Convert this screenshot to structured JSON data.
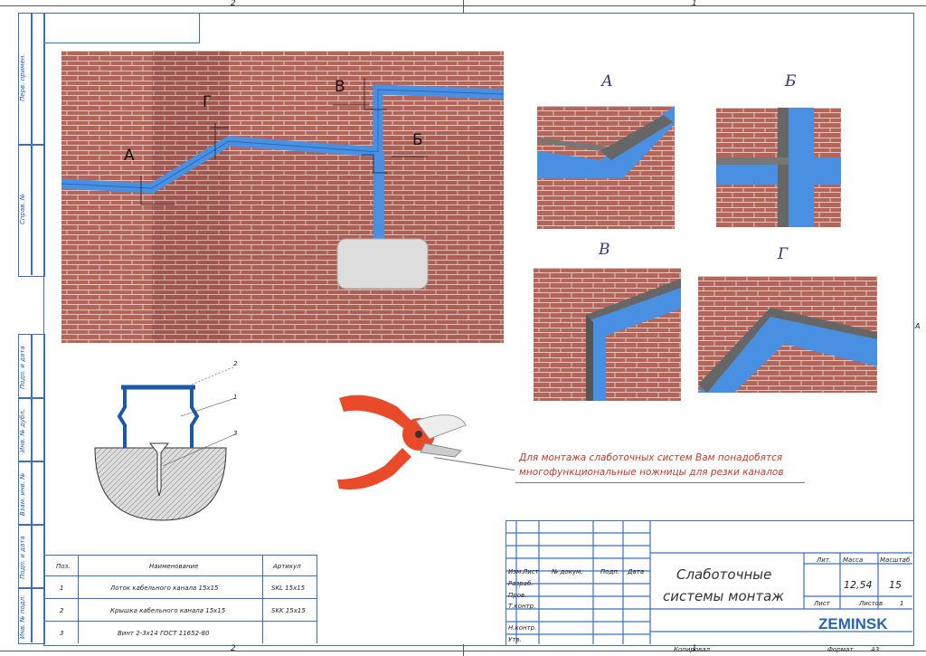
{
  "border_numbers": {
    "top_left": "2",
    "top_right": "1",
    "bottom_left": "2",
    "bottom_right": "1",
    "right_side": "A"
  },
  "side_stamps": [
    "Перв. примен.",
    "Справ. №",
    "Подп. и дата",
    "Инв. № дубл.",
    "Взам. инв. №",
    "Подп. и дата",
    "Инв. № подл."
  ],
  "main_labels": {
    "a": "А",
    "g": "Г",
    "v": "В",
    "b": "Б"
  },
  "details": {
    "a": "А",
    "b": "Б",
    "v": "В",
    "g": "Г"
  },
  "section_callouts": [
    "2",
    "1",
    "3"
  ],
  "note": {
    "line1": "Для монтажа слаботочных систем Вам понадобятся",
    "line2": "многофункциональные ножницы для резки каналов"
  },
  "spec_table": {
    "headers": [
      "Поз.",
      "Наименование",
      "Артикул"
    ],
    "rows": [
      [
        "1",
        "Лоток кабельного канала 15х15",
        "SKL 15х15"
      ],
      [
        "2",
        "Крышка кабельного канала 15х15",
        "SKK 15х15"
      ],
      [
        "3",
        "Винт 2-3х14 ГОСТ 11652-80",
        ""
      ]
    ]
  },
  "title_block": {
    "col_headers": [
      "Изм.",
      "Лист",
      "№ докум.",
      "Подп.",
      "Дата"
    ],
    "roles": [
      "Разраб.",
      "Пров.",
      "Т.контр.",
      "Н.контр.",
      "Утв."
    ],
    "title_line1": "Слаботочные",
    "title_line2": "системы монтаж",
    "lit_label": "Лит.",
    "mass_label": "Масса",
    "scale_label": "Масштаб",
    "mass_value": "12,54",
    "scale_value": "15",
    "sheet_label": "Лист",
    "sheets_label": "Листов",
    "sheets_value": "1",
    "company": "ZEMINSK",
    "copied": "Копировал",
    "format_label": "Формат",
    "format_value": "А3"
  }
}
